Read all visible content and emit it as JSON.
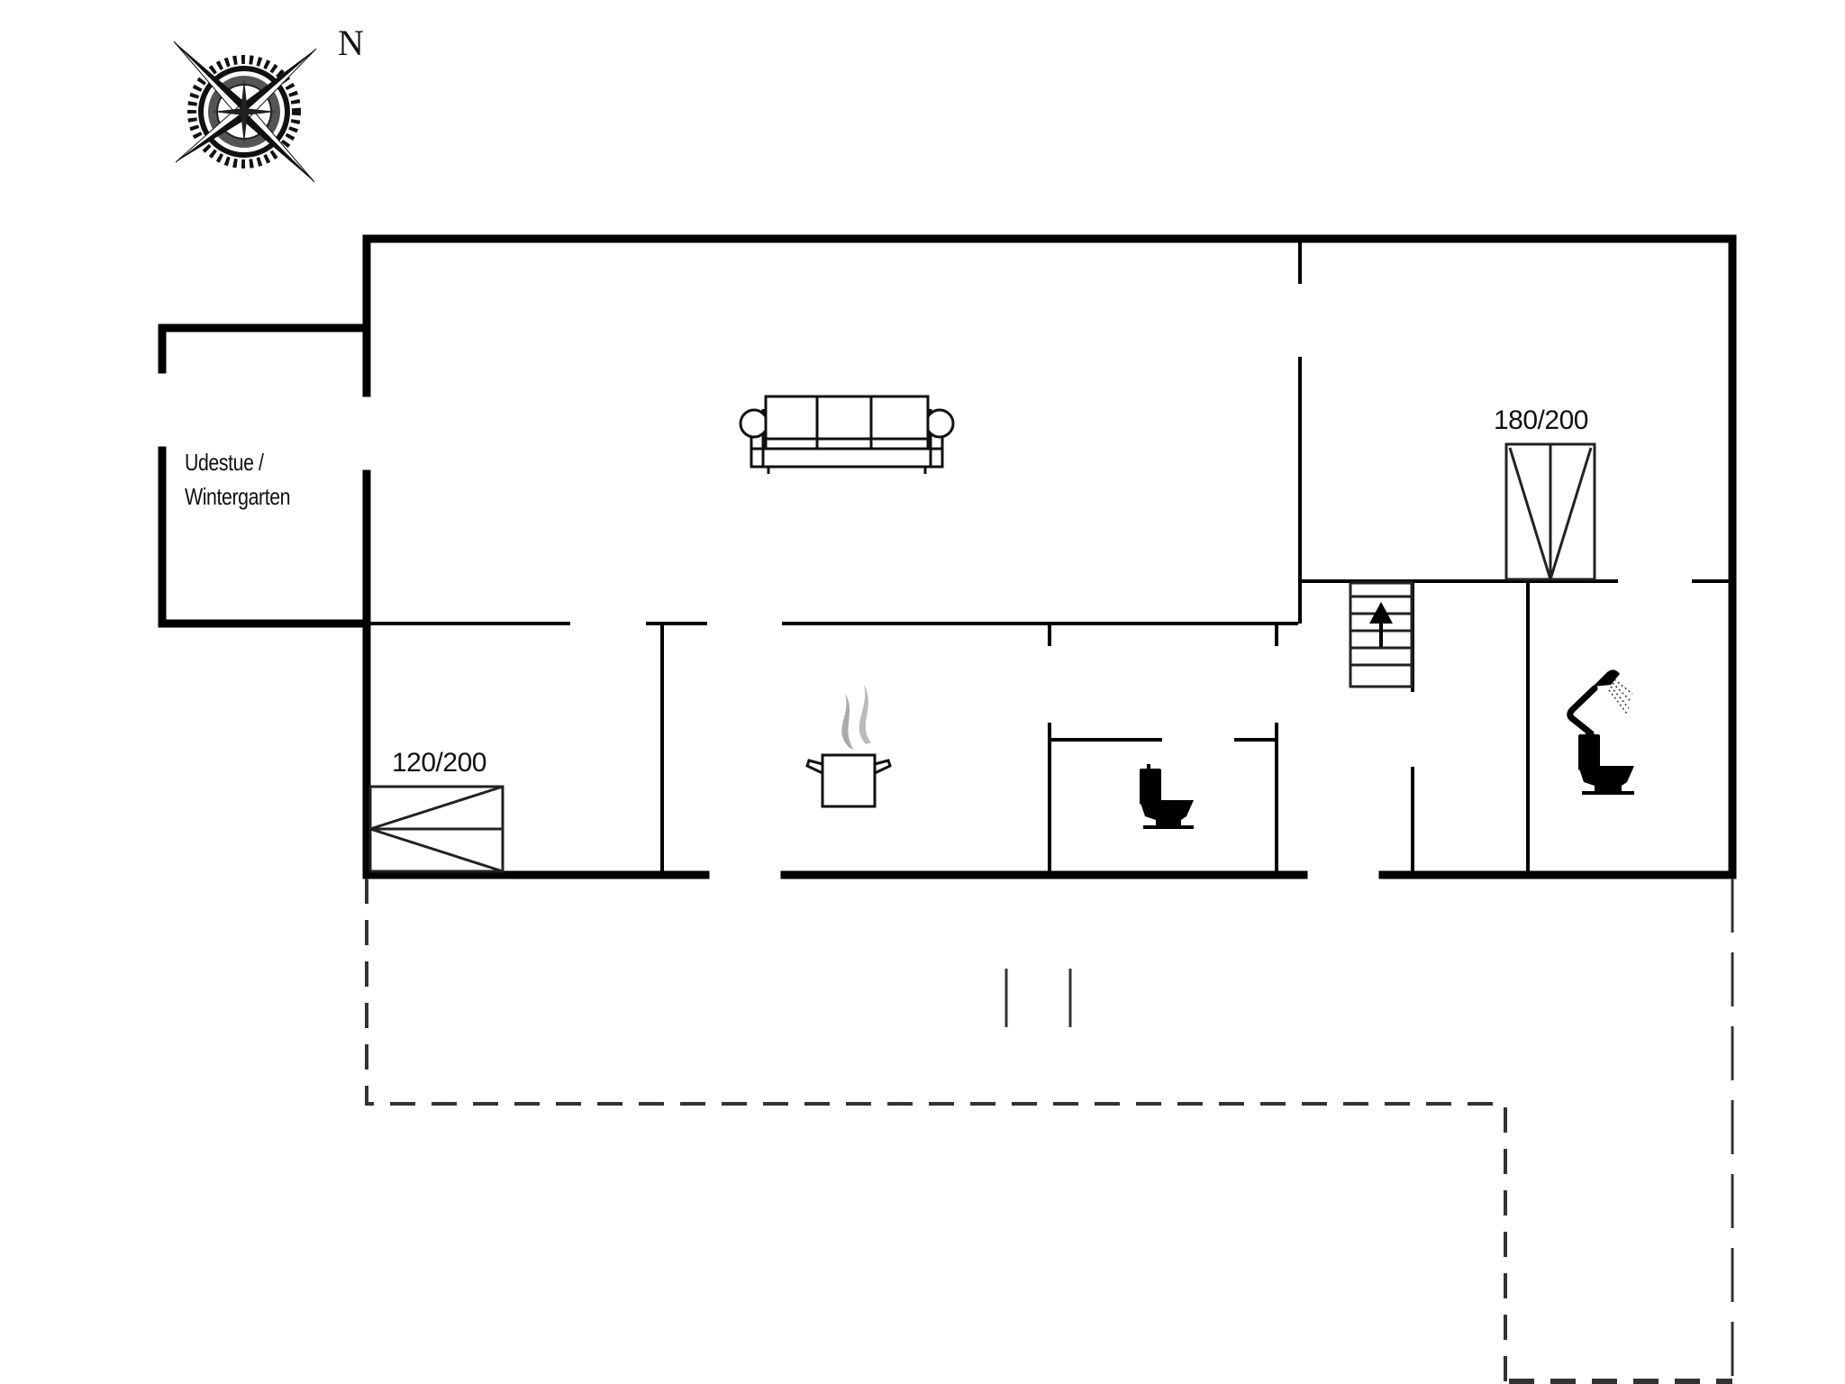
{
  "compass": {
    "north_label": "N",
    "icon": "compass-rose-icon"
  },
  "rooms": {
    "sunroom": {
      "label_line1": "Udestue /",
      "label_line2": "Wintergarten"
    },
    "living_room": {
      "icon": "sofa-icon"
    },
    "bedroom_small": {
      "bed_label": "120/200",
      "icon": "single-bed-icon"
    },
    "kitchen": {
      "icon": "cooking-pot-icon"
    },
    "toilet": {
      "icon": "toilet-icon"
    },
    "hall": {
      "icon": "staircase-up-icon"
    },
    "bedroom_large": {
      "bed_label": "180/200",
      "icon": "double-bed-icon"
    },
    "bathroom": {
      "icons": [
        "shower-icon",
        "toilet-icon"
      ]
    },
    "terrace": {
      "style": "dashed-outline"
    }
  },
  "colors": {
    "wall": "#000000",
    "steam": "#b0b0b0",
    "dashed": "#333333",
    "background": "#ffffff"
  }
}
